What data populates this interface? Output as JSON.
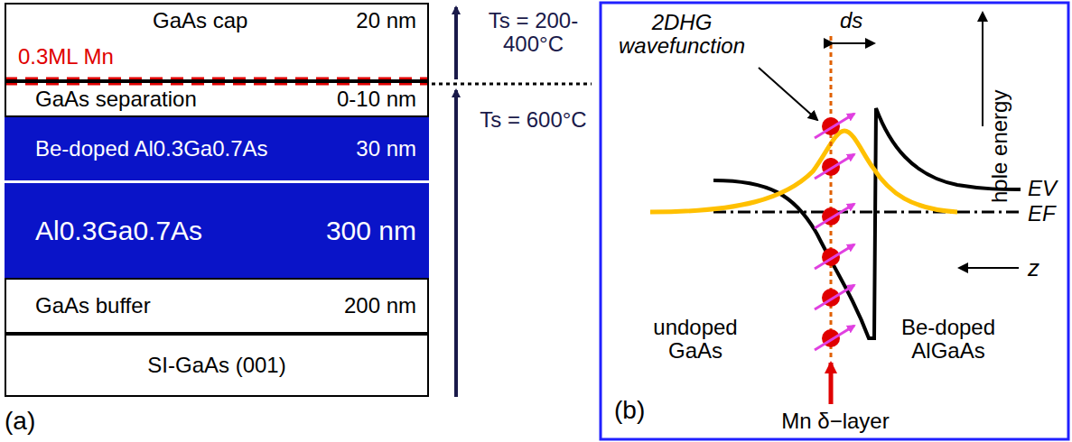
{
  "diagram": {
    "nodes": [
      {
        "text": [
          "GaAs cap",
          "20 nm"
        ]
      },
      {
        "text": [
          "GaAs separation",
          "0-10 nm"
        ]
      },
      {
        "text": [
          "Be-doped Al0.3Ga0.7As",
          "30 nm"
        ]
      },
      {
        "text": [
          "Al0.3Ga0.7As",
          "300 nm"
        ]
      },
      {
        "text": [
          "GaAs buffer",
          "200 nm"
        ]
      },
      {
        "text": [
          "SI-GaAs (001)"
        ]
      }
    ],
    "labels": [
      "0.3ML Mn",
      "Ts = 200-400°C",
      "Ts = 600°C",
      "(a)",
      "2DHG wavefunction",
      "ds",
      "hole energy",
      "EV",
      "EF",
      "z",
      "undoped GaAs",
      "Be-doped AlGaAs",
      "Mn δ−layer",
      "(b)"
    ]
  }
}
